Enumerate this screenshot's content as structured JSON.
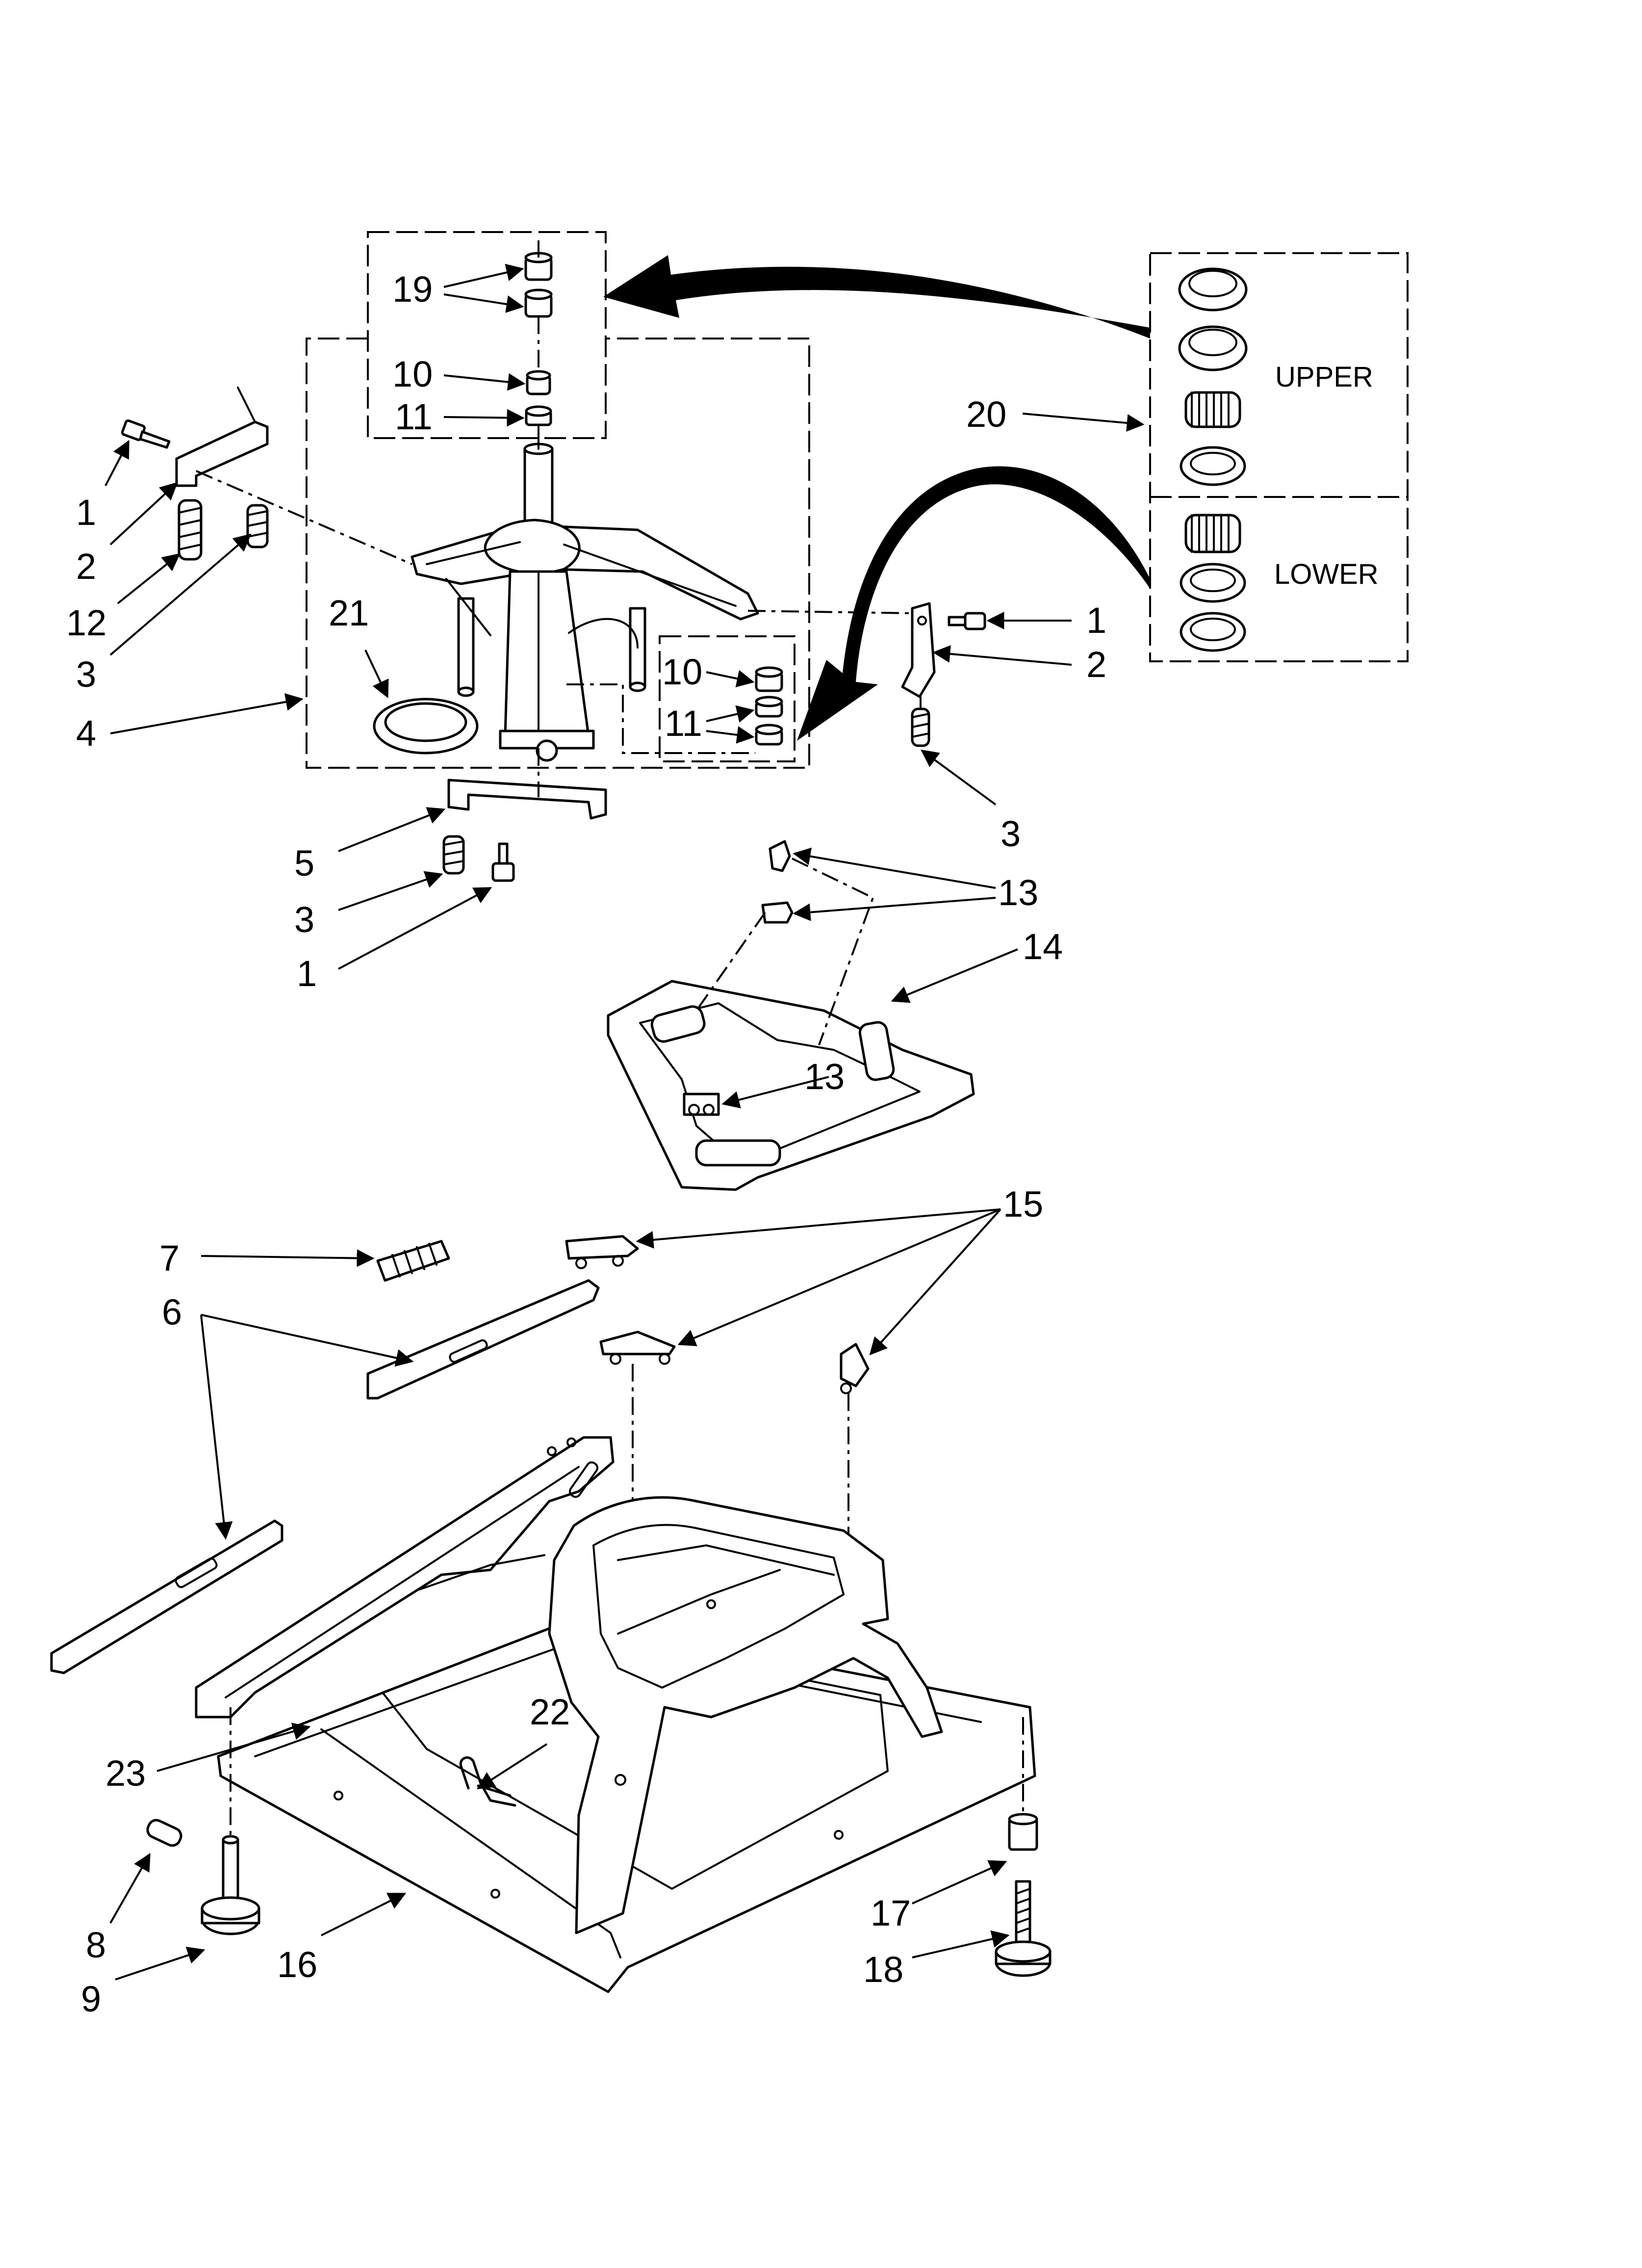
{
  "callouts": {
    "c1a": "1",
    "c2a": "2",
    "c12": "12",
    "c3a": "3",
    "c4": "4",
    "c21": "21",
    "c19": "19",
    "c10a": "10",
    "c11a": "11",
    "c10b": "10",
    "c11b": "11",
    "c20": "20",
    "c1b": "1",
    "c2b": "2",
    "c3b": "3",
    "c5": "5",
    "c3c": "3",
    "c1c": "1",
    "c13a": "13",
    "c14": "14",
    "c13b": "13",
    "c7": "7",
    "c6": "6",
    "c15": "15",
    "c23": "23",
    "c22": "22",
    "c8": "8",
    "c9": "9",
    "c16": "16",
    "c17": "17",
    "c18": "18"
  },
  "kit_labels": {
    "upper": "UPPER",
    "lower": "LOWER"
  },
  "colors": {
    "ink": "#000000",
    "paper": "#ffffff"
  }
}
